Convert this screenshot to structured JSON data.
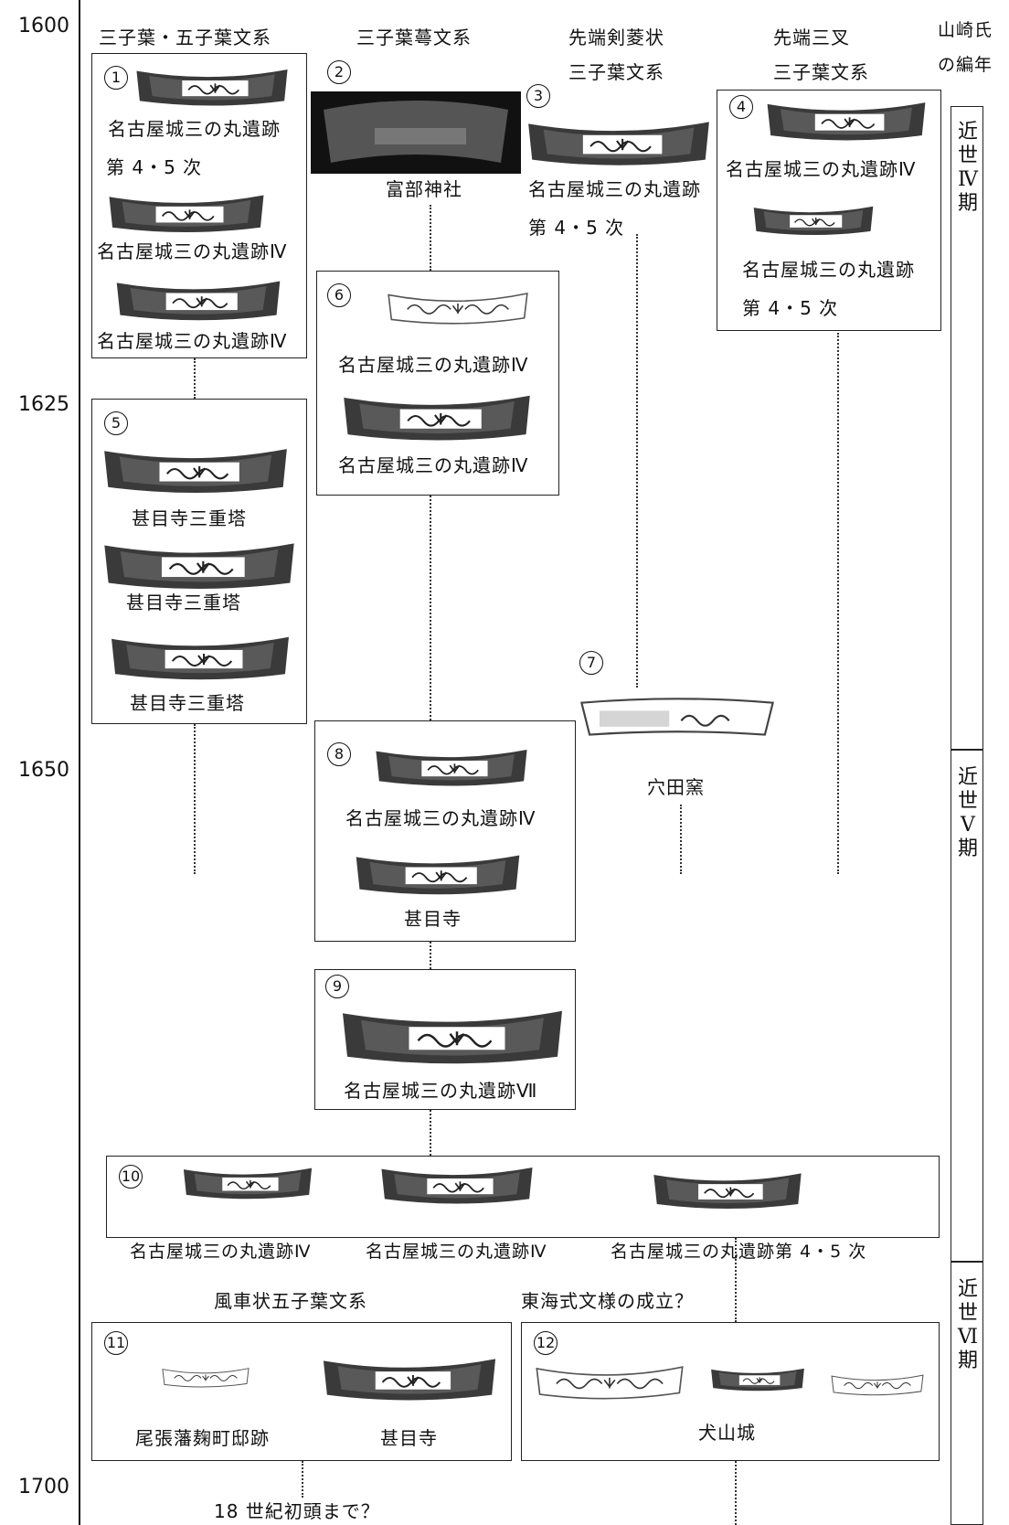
{
  "years": [
    "1600",
    "1625",
    "1650",
    "1700"
  ],
  "columns": {
    "col1": "三子葉・五子葉文系",
    "col2": "三子葉蕚文系",
    "col3_line1": "先端剣菱状",
    "col3_line2": "三子葉文系",
    "col4_line1": "先端三叉",
    "col4_line2": "三子葉文系",
    "chrono_line1": "山崎氏",
    "chrono_line2": "の編年"
  },
  "periods": {
    "p4": [
      "近",
      "世",
      "Ⅳ",
      "期"
    ],
    "p5": [
      "近",
      "世",
      "Ⅴ",
      "期"
    ],
    "p6": [
      "近",
      "世",
      "Ⅵ",
      "期"
    ]
  },
  "group1": {
    "num": "1",
    "cap1": "名古屋城三の丸遺跡",
    "cap1b": "第 4・5 次",
    "cap2": "名古屋城三の丸遺跡Ⅳ",
    "cap3": "名古屋城三の丸遺跡Ⅳ"
  },
  "group2": {
    "num": "2",
    "cap": "富部神社"
  },
  "group3": {
    "num": "3",
    "cap": "名古屋城三の丸遺跡",
    "cap_b": "第 4・5 次"
  },
  "group4": {
    "num": "4",
    "cap1": "名古屋城三の丸遺跡Ⅳ",
    "cap2": "名古屋城三の丸遺跡",
    "cap2b": "第 4・5 次"
  },
  "group5": {
    "num": "5",
    "cap1": "甚目寺三重塔",
    "cap2": "甚目寺三重塔",
    "cap3": "甚目寺三重塔"
  },
  "group6": {
    "num": "6",
    "cap1": "名古屋城三の丸遺跡Ⅳ",
    "cap2": "名古屋城三の丸遺跡Ⅳ"
  },
  "group7": {
    "num": "7",
    "cap": "穴田窯"
  },
  "group8": {
    "num": "8",
    "cap1": "名古屋城三の丸遺跡Ⅳ",
    "cap2": "甚目寺"
  },
  "group9": {
    "num": "9",
    "cap": "名古屋城三の丸遺跡Ⅶ"
  },
  "group10": {
    "num": "10",
    "cap1": "名古屋城三の丸遺跡Ⅳ",
    "cap2": "名古屋城三の丸遺跡Ⅳ",
    "cap3": "名古屋城三の丸遺跡第 4・5 次"
  },
  "labels": {
    "windmill": "風車状五子葉文系",
    "tokai": "東海式文様の成立？",
    "century": "18 世紀初頭まで？"
  },
  "group11": {
    "num": "11",
    "cap1": "尾張藩麹町邸跡",
    "cap2": "甚目寺"
  },
  "group12": {
    "num": "12",
    "cap": "犬山城"
  }
}
